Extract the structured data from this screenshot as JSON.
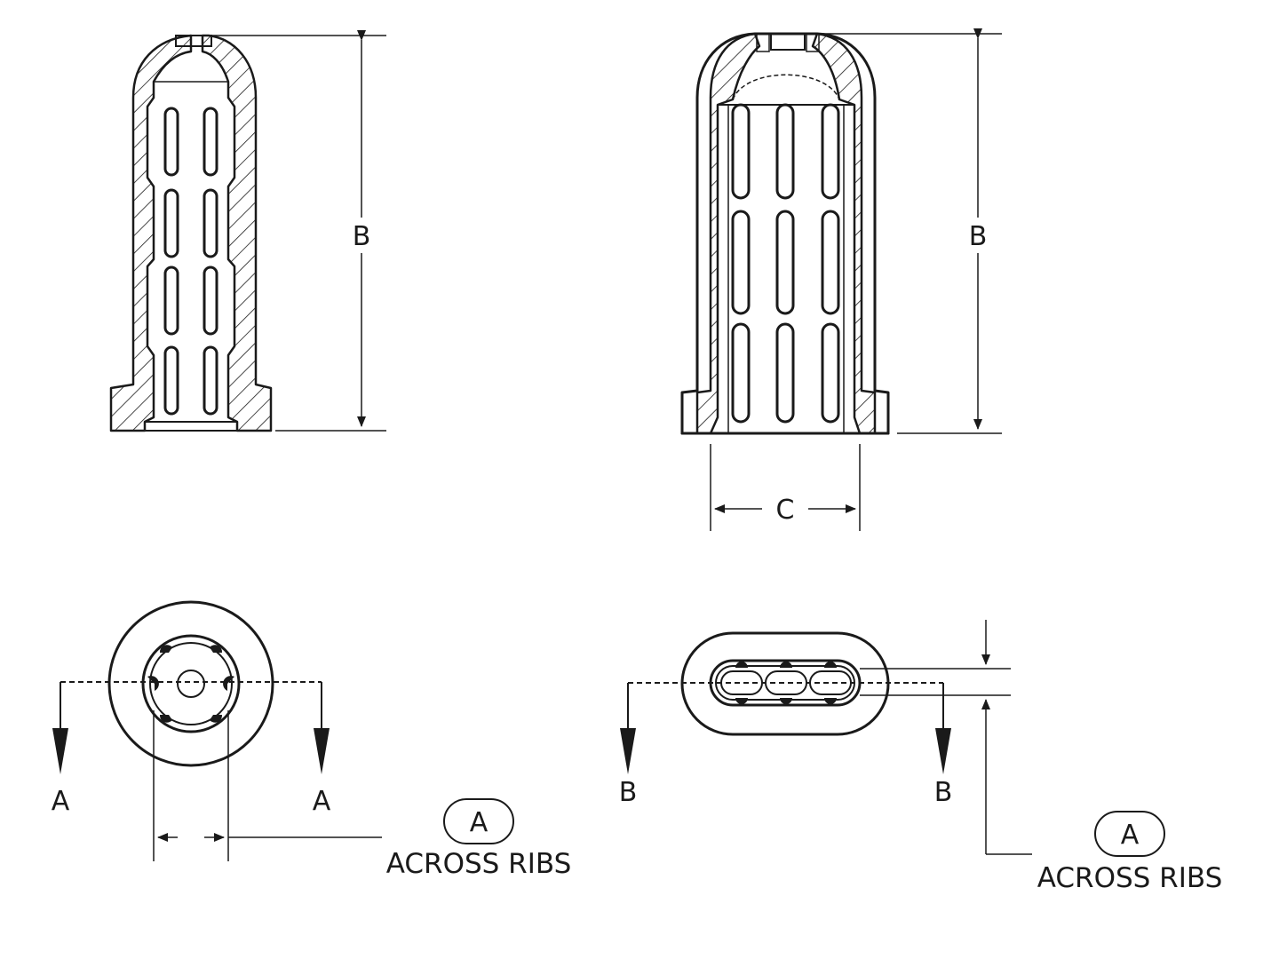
{
  "dimensions": {
    "height_label": "B",
    "width_label": "C",
    "callout_label": "A",
    "callout_note": "ACROSS RIBS"
  },
  "section_labels": {
    "section_a": "A",
    "section_b": "B"
  },
  "colors": {
    "line": "#1a1a1a",
    "background": "#ffffff"
  }
}
